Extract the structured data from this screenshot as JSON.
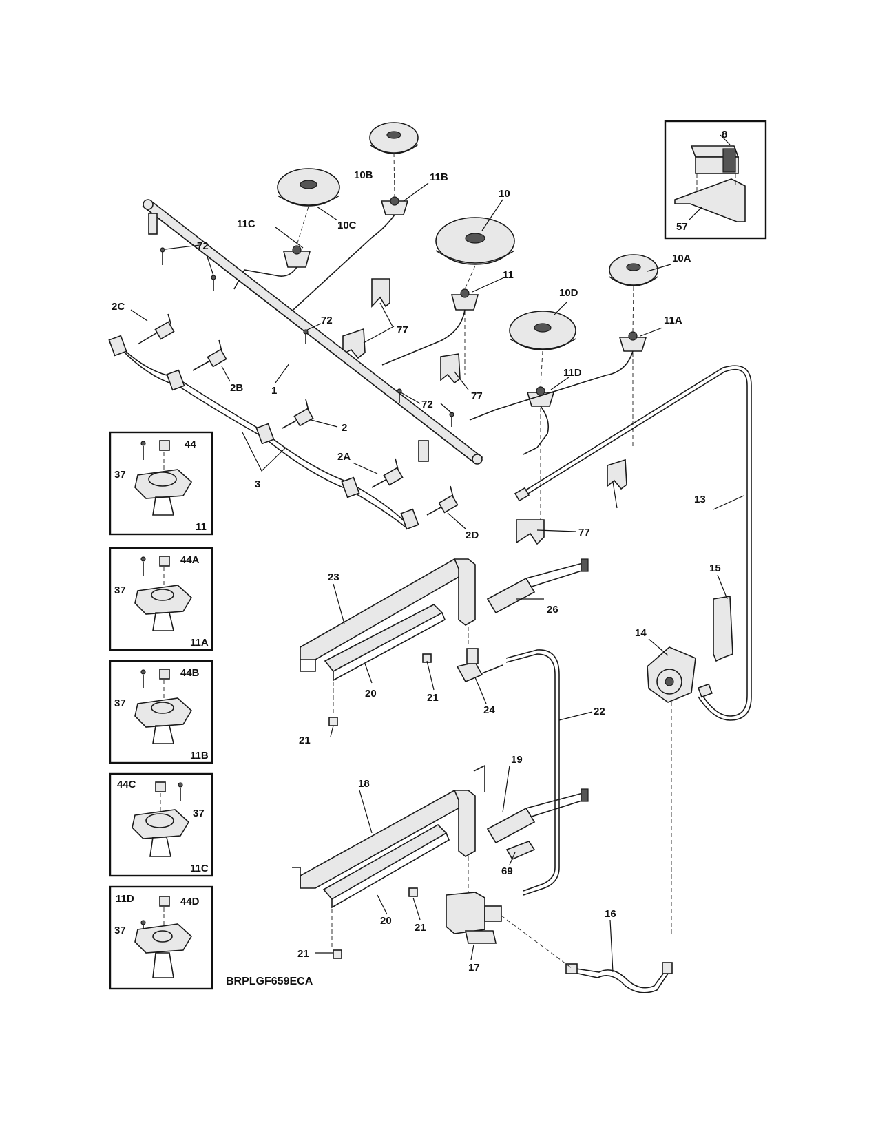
{
  "labels": {
    "l8": "8",
    "l57": "57",
    "l10B": "10B",
    "l11B": "11B",
    "l11C": "11C",
    "l10C": "10C",
    "l10": "10",
    "l11": "11",
    "l10A": "10A",
    "l10D": "10D",
    "l11A": "11A",
    "l11D": "11D",
    "l72a": "72",
    "l72b": "72",
    "l72c": "72",
    "l2C": "2C",
    "l2B": "2B",
    "l1": "1",
    "l2": "2",
    "l2A": "2A",
    "l2D": "2D",
    "l3": "3",
    "l77a": "77",
    "l77b": "77",
    "l77c": "77",
    "l13": "13",
    "l15": "15",
    "l14": "14",
    "l23": "23",
    "l26": "26",
    "l20a": "20",
    "l21a": "21",
    "l21b": "21",
    "l24": "24",
    "l22": "22",
    "l18": "18",
    "l19": "19",
    "l69": "69",
    "l20b": "20",
    "l21c": "21",
    "l21d": "21",
    "l17": "17",
    "l16": "16"
  },
  "insets": {
    "i11": {
      "label37": "37",
      "label44": "44",
      "tag": "11"
    },
    "i11A": {
      "label37": "37",
      "label44": "44A",
      "tag": "11A"
    },
    "i11B": {
      "label37": "37",
      "label44": "44B",
      "tag": "11B"
    },
    "i11C": {
      "label37": "37",
      "label44": "44C",
      "tag": "11C"
    },
    "i11D": {
      "label37": "37",
      "label44": "44D",
      "tag": "11D"
    }
  },
  "model_code": "BRPLGF659ECA"
}
